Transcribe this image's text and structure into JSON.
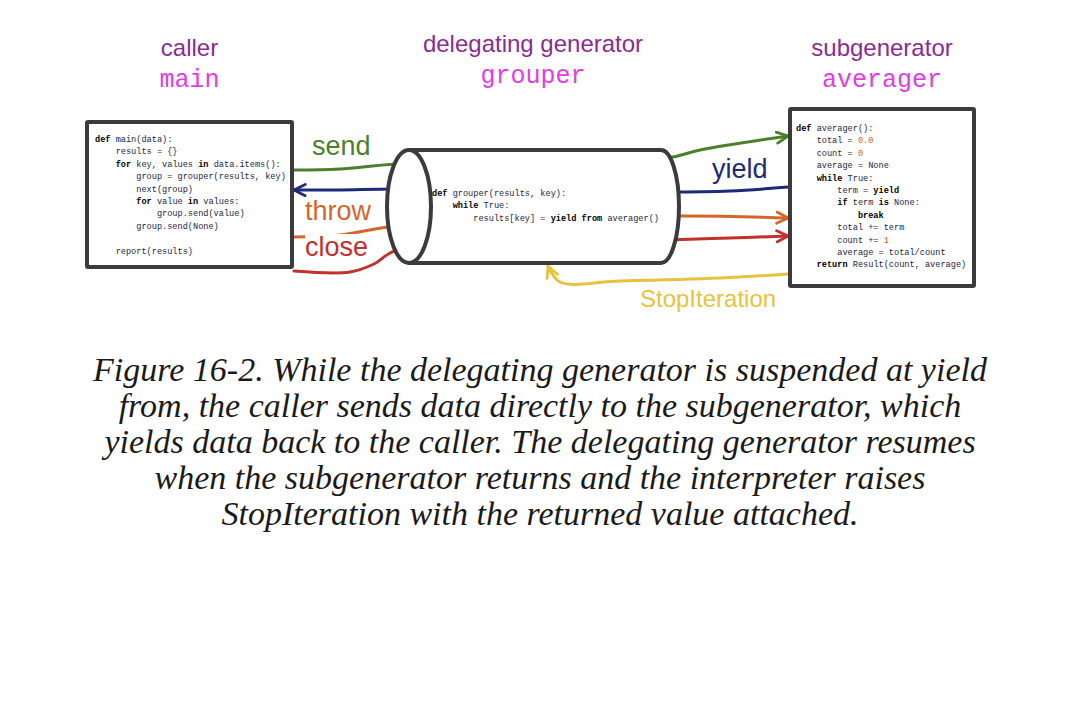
{
  "diagram": {
    "caption": "Figure 16-2. While the delegating generator is suspended at yield from, the caller sends data directly to the subgenerator, which yields data back to the caller. The delegating generator resumes when the subgenerator returns and the interpreter raises StopIteration with the returned value attached.",
    "nodes": [
      {
        "text": [
          "caller",
          "main",
          "def main(data):",
          "    results = {}",
          "    for key, values in data.items():",
          "        group = grouper(results, key)",
          "        next(group)",
          "        for value in values:",
          "            group.send(value)",
          "        group.send(None)",
          "    report(results)"
        ]
      },
      {
        "text": [
          "delegating generator",
          "grouper",
          "def grouper(results, key):",
          "    while True:",
          "        results[key] = yield from averager()"
        ]
      },
      {
        "text": [
          "subgenerator",
          "averager",
          "def averager():",
          "    total = 0.0",
          "    count = 0",
          "    average = None",
          "    while True:",
          "        term = yield",
          "        if term is None:",
          "            break",
          "        total += term",
          "        count += 1",
          "        average = total/count",
          "    return Result(count, average)"
        ]
      }
    ],
    "edges": [
      {
        "from": 0,
        "to": 2,
        "label": "send",
        "arrow": "to"
      },
      {
        "from": 2,
        "to": 0,
        "label": "yield",
        "arrow": "to"
      },
      {
        "from": 0,
        "to": 2,
        "label": "throw",
        "arrow": "to"
      },
      {
        "from": 0,
        "to": 2,
        "label": "close",
        "arrow": "to"
      },
      {
        "from": 2,
        "to": 1,
        "label": "StopIteration",
        "arrow": "to"
      }
    ]
  }
}
